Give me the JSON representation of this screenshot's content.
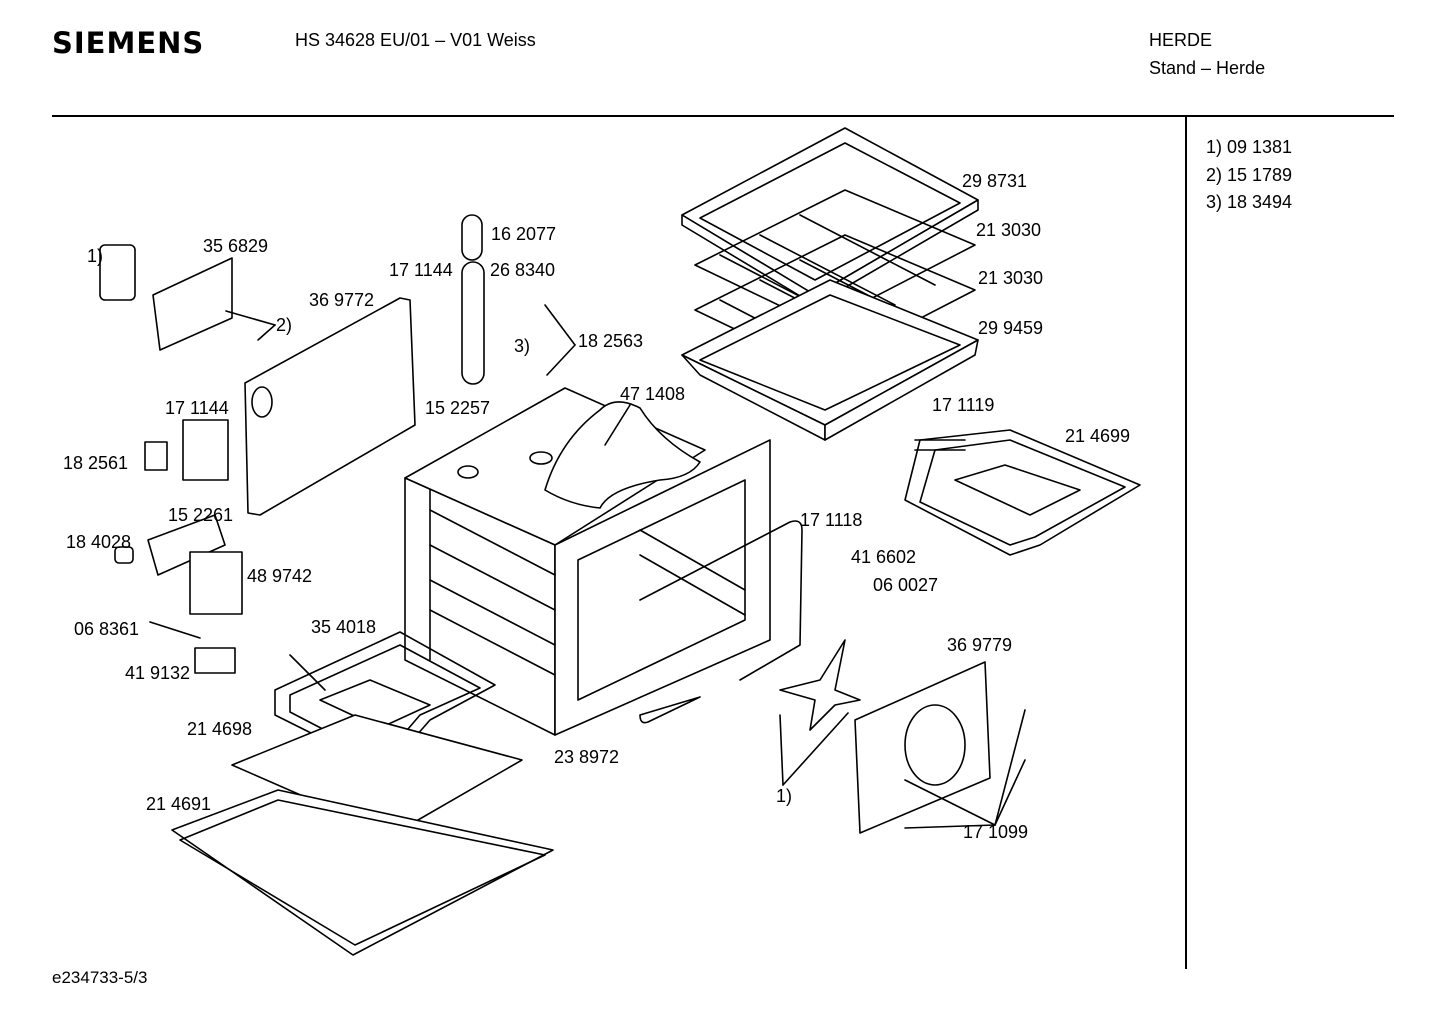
{
  "header": {
    "brand": "SIEMENS",
    "model": "HS 34628 EU/01 – V01 Weiss",
    "category": "HERDE",
    "subcategory": "Stand – Herde"
  },
  "legend": [
    {
      "text": "1) 09 1381"
    },
    {
      "text": "2) 15 1789"
    },
    {
      "text": "3) 18 3494"
    }
  ],
  "footer": {
    "doc_id": "e234733-5/3"
  },
  "parts": {
    "p356829": "35 6829",
    "p369772": "36 9772",
    "p171144a": "17 1144",
    "p268340": "26 8340",
    "p162077": "16 2077",
    "p182563": "18 2563",
    "p171144b": "17 1144",
    "p152257": "15 2257",
    "p182561": "18 2561",
    "p152261": "15 2261",
    "p184028": "18 4028",
    "p489742": "48 9742",
    "p068361": "06 8361",
    "p419132": "41 9132",
    "p354018": "35 4018",
    "p214698": "21 4698",
    "p214691": "21 4691",
    "p471408": "47 1408",
    "p238972": "23 8972",
    "p298731": "29 8731",
    "p213030a": "21 3030",
    "p213030b": "21 3030",
    "p299459": "29 9459",
    "p171119": "17 1119",
    "p214699": "21 4699",
    "p171118": "17 1118",
    "p416602": "41 6602",
    "p060027": "06 0027",
    "p369779": "36 9779",
    "p171099": "17 1099"
  },
  "refs": {
    "r1a": "1)",
    "r2": "2)",
    "r3": "3)",
    "r1b": "1)"
  }
}
